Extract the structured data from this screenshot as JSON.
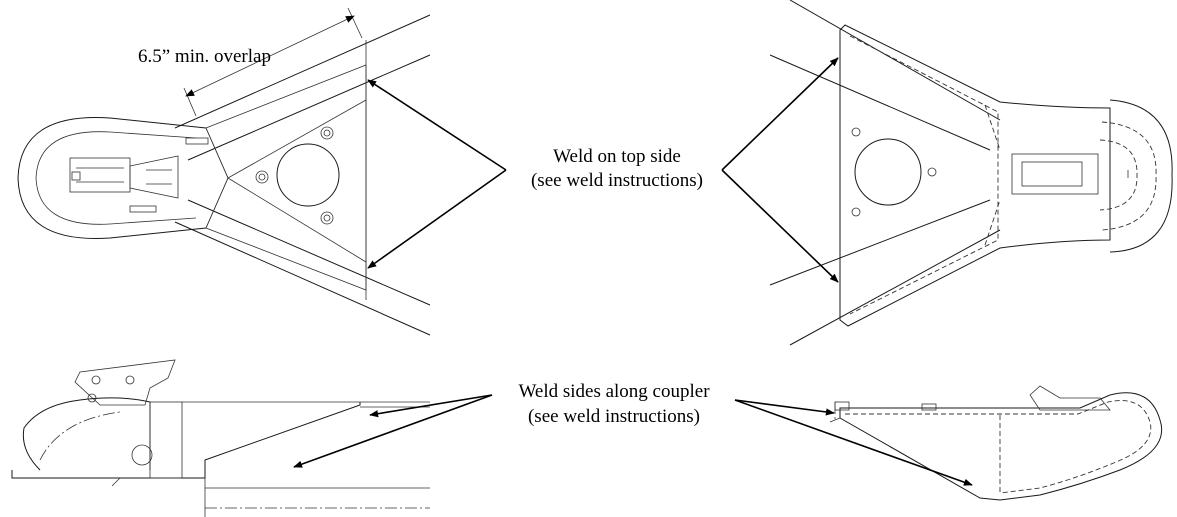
{
  "labels": {
    "overlap": "6.5” min. overlap",
    "weld_top_line1": "Weld on top side",
    "weld_top_line2": "(see weld instructions)",
    "weld_sides_line1": "Weld sides along coupler",
    "weld_sides_line2": "(see weld instructions)"
  },
  "colors": {
    "line": "#1a1a1a",
    "arrow": "#000000",
    "background": "#ffffff"
  }
}
